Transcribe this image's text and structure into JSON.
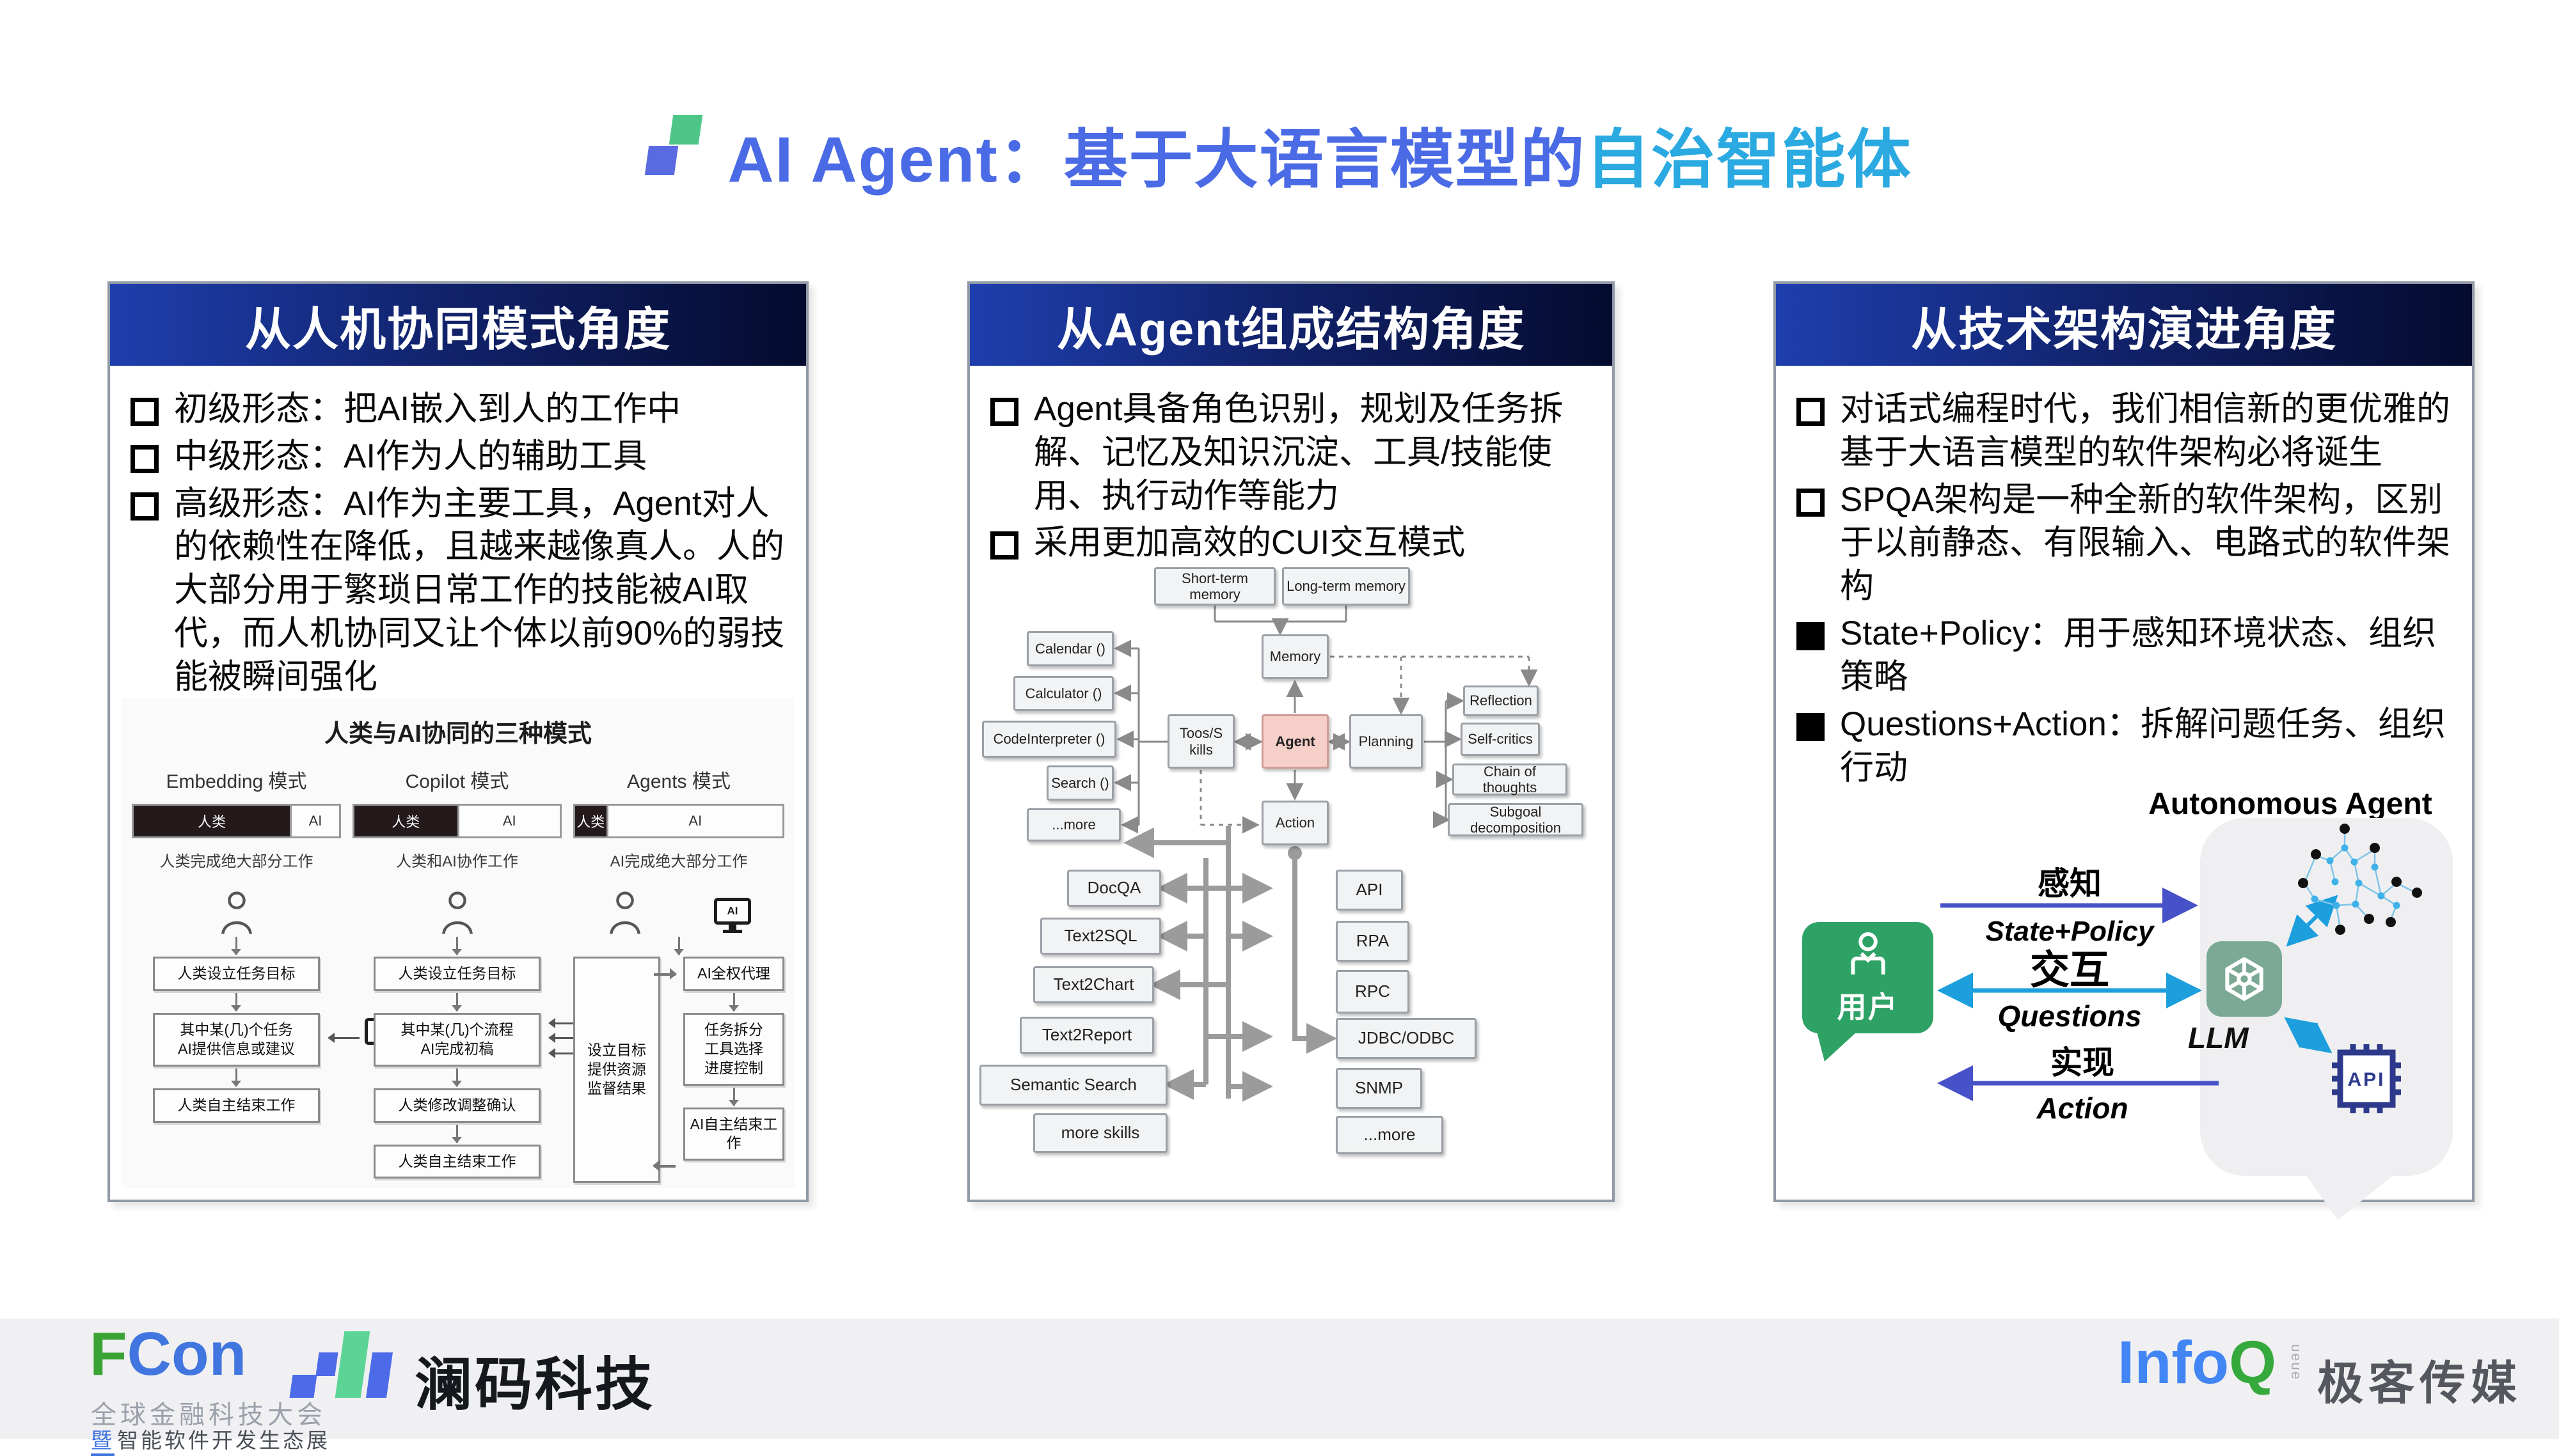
{
  "slide": {
    "title": {
      "primary": "AI Agent：基于大语言模型的",
      "accent": "自治智能体"
    },
    "colors": {
      "title_primary": "#4A6BE5",
      "title_accent": "#2BA9E1",
      "header_gradient_left": "#1E3FAE",
      "header_gradient_right": "#040B2E",
      "user_green": "#2EA265",
      "arrow_indigo": "#4852C8",
      "arrow_cyan": "#1D9FDD",
      "api_blue": "#2D3A8C",
      "openai_green": "#7CA996",
      "agent_pink": "#F6CFC9"
    }
  },
  "panels": [
    {
      "header": "从人机协同模式角度",
      "bullets": [
        "初级形态：把AI嵌入到人的工作中",
        "中级形态：AI作为人的辅助工具",
        "高级形态：AI作为主要工具，Agent对人的依赖性在降低，且越来越像真人。人的大部分用于繁琐日常工作的技能被AI取代，而人机协同又让个体以前90%的弱技能被瞬间强化"
      ],
      "diagram": {
        "title": "人类与AI协同的三种模式",
        "human_label": "人类",
        "ai_label": "AI",
        "ai_badge": "AI",
        "columns": [
          {
            "mode": "Embedding 模式",
            "caption": "人类完成绝大部分工作",
            "steps": [
              "人类设立任务目标",
              "其中某(几)个任务\nAI提供信息或建议",
              "人类自主结束工作"
            ]
          },
          {
            "mode": "Copilot 模式",
            "caption": "人类和AI协作工作",
            "steps": [
              "人类设立任务目标",
              "其中某(几)个流程\nAI完成初稿",
              "人类修改调整确认",
              "人类自主结束工作"
            ]
          },
          {
            "mode": "Agents 模式",
            "caption": "AI完成绝大部分工作",
            "side_box": "设立目标\n提供资源\n监督结果",
            "steps": [
              "AI全权代理",
              "任务拆分\n工具选择\n进度控制",
              "AI自主结束工作"
            ]
          }
        ]
      }
    },
    {
      "header": "从Agent组成结构角度",
      "bullets": [
        "Agent具备角色识别，规划及任务拆解、记忆及知识沉淀、工具/技能使用、执行动作等能力",
        "采用更加高效的CUI交互模式"
      ],
      "diagram": {
        "memory_sources": [
          "Short-term memory",
          "Long-term memory"
        ],
        "memory": "Memory",
        "tools": [
          "Calendar ()",
          "Calculator ()",
          "CodeInterpreter ()",
          "Search ()",
          "...more"
        ],
        "tools_hub": "Toos/S kills",
        "agent": "Agent",
        "planning": "Planning",
        "planning_methods": [
          "Reflection",
          "Self-critics",
          "Chain of thoughts",
          "Subgoal decomposition"
        ],
        "action": "Action",
        "skills": [
          "DocQA",
          "Text2SQL",
          "Text2Chart",
          "Text2Report",
          "Semantic Search",
          "more skills"
        ],
        "protocols": [
          "API",
          "RPA",
          "RPC",
          "JDBC/ODBC",
          "SNMP",
          "...more"
        ]
      }
    },
    {
      "header": "从技术架构演进角度",
      "bullets": [
        "对话式编程时代，我们相信新的更优雅的基于大语言模型的软件架构必将诞生",
        "SPQA架构是一种全新的软件架构，区别于以前静态、有限输入、电路式的软件架构",
        "State+Policy：用于感知环境状态、组织策略",
        "Questions+Action：拆解问题任务、组织行动"
      ],
      "diagram": {
        "title": "Autonomous Agent",
        "user": "用户",
        "llm": "LLM",
        "api": "API",
        "flows": [
          {
            "cn": "感知",
            "en": "State+Policy"
          },
          {
            "cn": "交互",
            "en": "Questions"
          },
          {
            "cn": "实现",
            "en": "Action"
          }
        ]
      }
    }
  ],
  "footer": {
    "fcon": {
      "name_f": "F",
      "name_rest": "Con",
      "line1": "全球金融科技大会",
      "line2_mark": "暨",
      "line2_text": "智能软件开发生态展"
    },
    "lanma": {
      "name": "澜码科技"
    },
    "infoq": {
      "info": "Info",
      "q": "Q",
      "queue": "ueue",
      "media": "极客传媒"
    }
  }
}
